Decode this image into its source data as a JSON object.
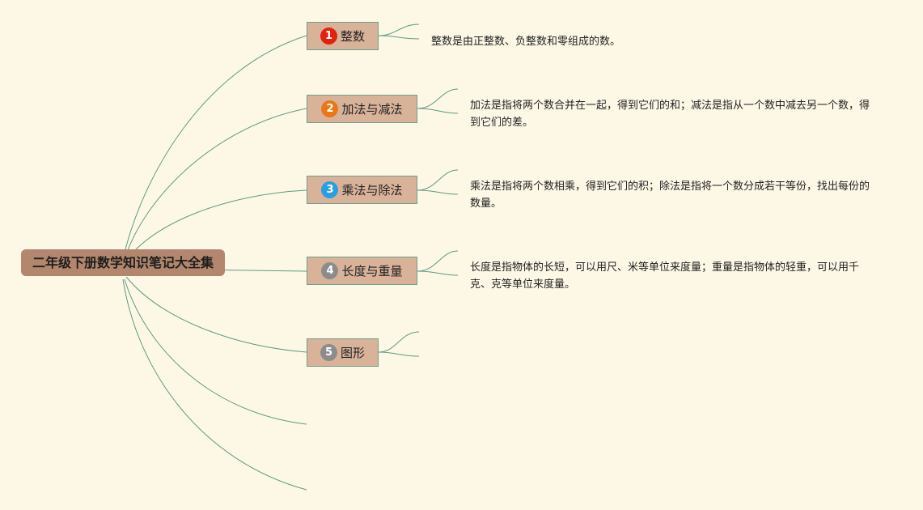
{
  "root": {
    "title": "二年级下册数学知识笔记大全集"
  },
  "topics": [
    {
      "number": "1",
      "label": "整数",
      "badge_color": "#e0230e",
      "note": "整数是由正整数、负整数和零组成的数。"
    },
    {
      "number": "2",
      "label": "加法与减法",
      "badge_color": "#ec7516",
      "note": "加法是指将两个数合并在一起，得到它们的和；减法是指从一个数中减去另一个数，得到它们的差。"
    },
    {
      "number": "3",
      "label": "乘法与除法",
      "badge_color": "#2a9fe0",
      "note": "乘法是指将两个数相乘，得到它们的积；除法是指将一个数分成若干等份，找出每份的数量。"
    },
    {
      "number": "4",
      "label": "长度与重量",
      "badge_color": "#8c8c8c",
      "note": "长度是指物体的长短，可以用尺、米等单位来度量；重量是指物体的轻重，可以用千克、克等单位来度量。"
    },
    {
      "number": "5",
      "label": "图形",
      "badge_color": "#8c8c8c",
      "note": ""
    }
  ],
  "colors": {
    "background": "#fdf8e6",
    "root_fill": "#b2876d",
    "topic_fill": "#d9b29a",
    "link": "#5e9a82"
  }
}
